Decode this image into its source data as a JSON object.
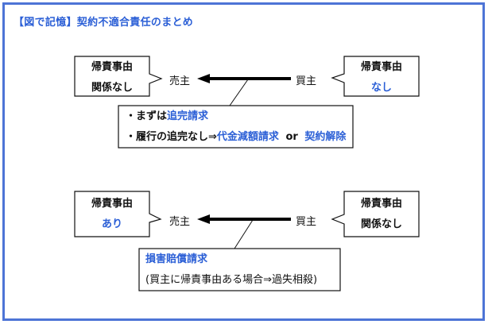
{
  "title": "【図で記憶】契約不適合責任のまとめ",
  "colors": {
    "accent": "#2b5fd6",
    "frame": "#4d74d6",
    "text": "#111111"
  },
  "top": {
    "left_callout": {
      "line1": "帰責事由",
      "line2": "関係なし"
    },
    "right_callout": {
      "line1": "帰責事由",
      "line2": "なし"
    },
    "seller": "売主",
    "buyer": "買主",
    "remedies": {
      "item1_prefix": "・まずは",
      "item1_highlight": "追完請求",
      "item2_prefix": "・履行の追完なし⇒",
      "item2_highlight_a": "代金減額請求",
      "item2_or": "or",
      "item2_highlight_b": "契約解除"
    }
  },
  "bottom": {
    "left_callout": {
      "line1": "帰責事由",
      "line2": "あり"
    },
    "right_callout": {
      "line1": "帰責事由",
      "line2": "関係なし"
    },
    "seller": "売主",
    "buyer": "買主",
    "remedy": {
      "heading": "損害賠償請求",
      "note": "(買主に帰責事由ある場合⇒過失相殺)"
    }
  }
}
